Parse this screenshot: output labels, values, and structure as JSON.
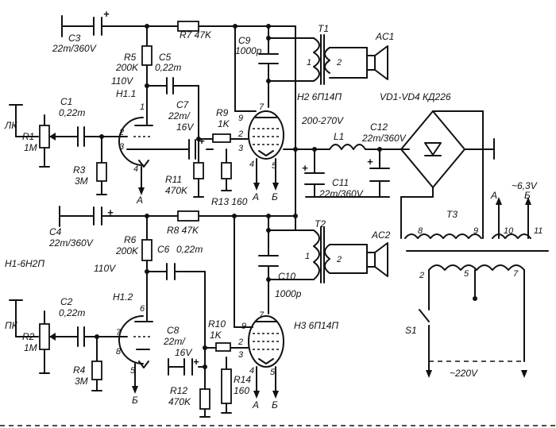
{
  "components": {
    "c1": {
      "ref": "C1",
      "value": "0,22m"
    },
    "c2": {
      "ref": "C2",
      "value": "0,22m"
    },
    "c3": {
      "ref": "C3",
      "value": "22m/360V"
    },
    "c4": {
      "ref": "C4",
      "value": "22m/360V"
    },
    "c5": {
      "ref": "C5",
      "value": "0,22m"
    },
    "c6": {
      "ref": "C6",
      "value": "0,22m"
    },
    "c7": {
      "ref": "C7",
      "value": "22m/",
      "value2": "16V"
    },
    "c8": {
      "ref": "C8",
      "value": "22m/",
      "value2": "16V"
    },
    "c9": {
      "ref": "C9",
      "value": "1000p"
    },
    "c10": {
      "ref": "C10",
      "value": "1000p"
    },
    "c11": {
      "ref": "C11",
      "value": "22m/360V"
    },
    "c12": {
      "ref": "C12",
      "value": "22m/360V"
    },
    "r1": {
      "ref": "R1",
      "value": "1M"
    },
    "r2": {
      "ref": "R2",
      "value": "1M"
    },
    "r3": {
      "ref": "R3",
      "value": "3M"
    },
    "r4": {
      "ref": "R4",
      "value": "3M"
    },
    "r5": {
      "ref": "R5",
      "value": "200K"
    },
    "r6": {
      "ref": "R6",
      "value": "200K"
    },
    "r7": {
      "ref": "R7 47K"
    },
    "r8": {
      "ref": "R8 47K"
    },
    "r9": {
      "ref": "R9",
      "value": "1K"
    },
    "r10": {
      "ref": "R10",
      "value": "1K"
    },
    "r11": {
      "ref": "R11",
      "value": "470K"
    },
    "r12": {
      "ref": "R12",
      "value": "470K"
    },
    "r13": {
      "ref": "R13 160"
    },
    "r14": {
      "ref": "R14",
      "value": "160"
    },
    "l1": {
      "ref": "L1"
    },
    "t1": {
      "ref": "T1"
    },
    "t2": {
      "ref": "T2"
    },
    "t3": {
      "ref": "T3"
    },
    "ac1": {
      "ref": "AC1"
    },
    "ac2": {
      "ref": "AC2"
    },
    "s1": {
      "ref": "S1"
    },
    "h1_1": {
      "ref": "H1.1"
    },
    "h1_2": {
      "ref": "H1.2"
    },
    "h1_type": {
      "ref": "H1-6H2П"
    },
    "h2": {
      "ref": "H2 6П14П"
    },
    "h3": {
      "ref": "H3 6П14П"
    },
    "vd": {
      "ref": "VD1-VD4 КД226"
    }
  },
  "labels": {
    "lk": "ЛК",
    "pk": "ПК",
    "v110_top": "110V",
    "v110_bottom": "110V",
    "v200_270": "200-270V",
    "v6_3": "~6,3V",
    "v220": "~220V",
    "a": "А",
    "b": "Б"
  },
  "pins": {
    "p1": "1",
    "p2": "2",
    "p3": "3",
    "p4": "4",
    "p5": "5",
    "p6": "6",
    "p7": "7",
    "p8": "8",
    "p9": "9",
    "p10": "10",
    "p11": "11"
  }
}
